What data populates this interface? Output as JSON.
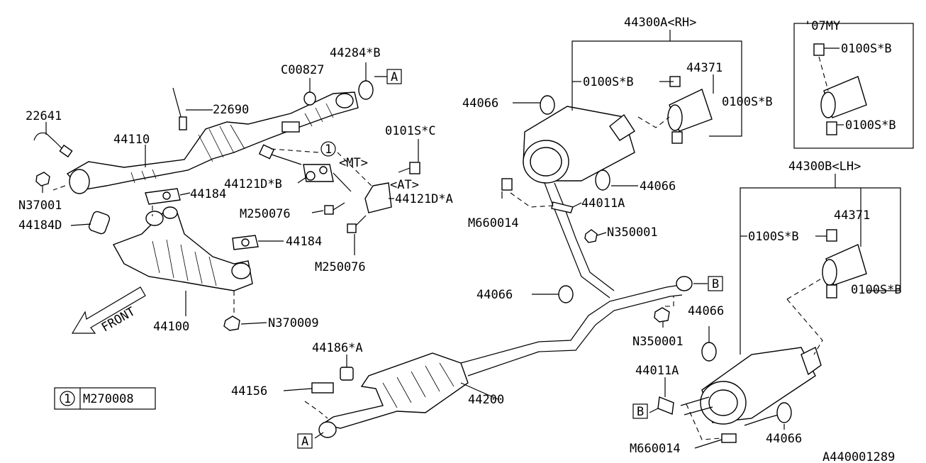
{
  "diagram_id": "A440001289",
  "legend": {
    "circle_number": "1",
    "part": "M270008"
  },
  "front_label": "FRONT",
  "group_labels": {
    "muffler_rh": "44300A<RH>",
    "muffler_lh": "44300B<LH>",
    "model_year": "'07MY"
  },
  "ref_labels": {
    "a": "A",
    "b": "B"
  },
  "transmission_labels": {
    "mt": "<MT>",
    "at": "<AT>"
  },
  "parts": {
    "p22641": "22641",
    "p44110": "44110",
    "p22690": "22690",
    "pC00827": "C00827",
    "p44284B": "44284*B",
    "p0101SC": "0101S*C",
    "p44121DB": "44121D*B",
    "p44121DA": "44121D*A",
    "p44184_1": "44184",
    "p44184_2": "44184",
    "pN37001": "N37001",
    "p44184D": "44184D",
    "pM250076_1": "M250076",
    "pM250076_2": "M250076",
    "p44100": "44100",
    "pN370009": "N370009",
    "p44066_1": "44066",
    "p0100SB_1": "0100S*B",
    "p44371_1": "44371",
    "p0100SB_2": "0100S*B",
    "p44066_2": "44066",
    "p44011A_1": "44011A",
    "pM660014_1": "M660014",
    "pN350001_1": "N350001",
    "p0100SB_3": "0100S*B",
    "p0100SB_4": "0100S*B",
    "p0100SB_5": "0100S*B",
    "p44371_2": "44371",
    "p0100SB_6": "0100S*B",
    "p44066_3": "44066",
    "p44066_4": "44066",
    "pN350001_2": "N350001",
    "p44186A": "44186*A",
    "p44156": "44156",
    "p44200": "44200",
    "p44011A_2": "44011A",
    "pM660014_2": "M660014",
    "p44066_5": "44066"
  }
}
